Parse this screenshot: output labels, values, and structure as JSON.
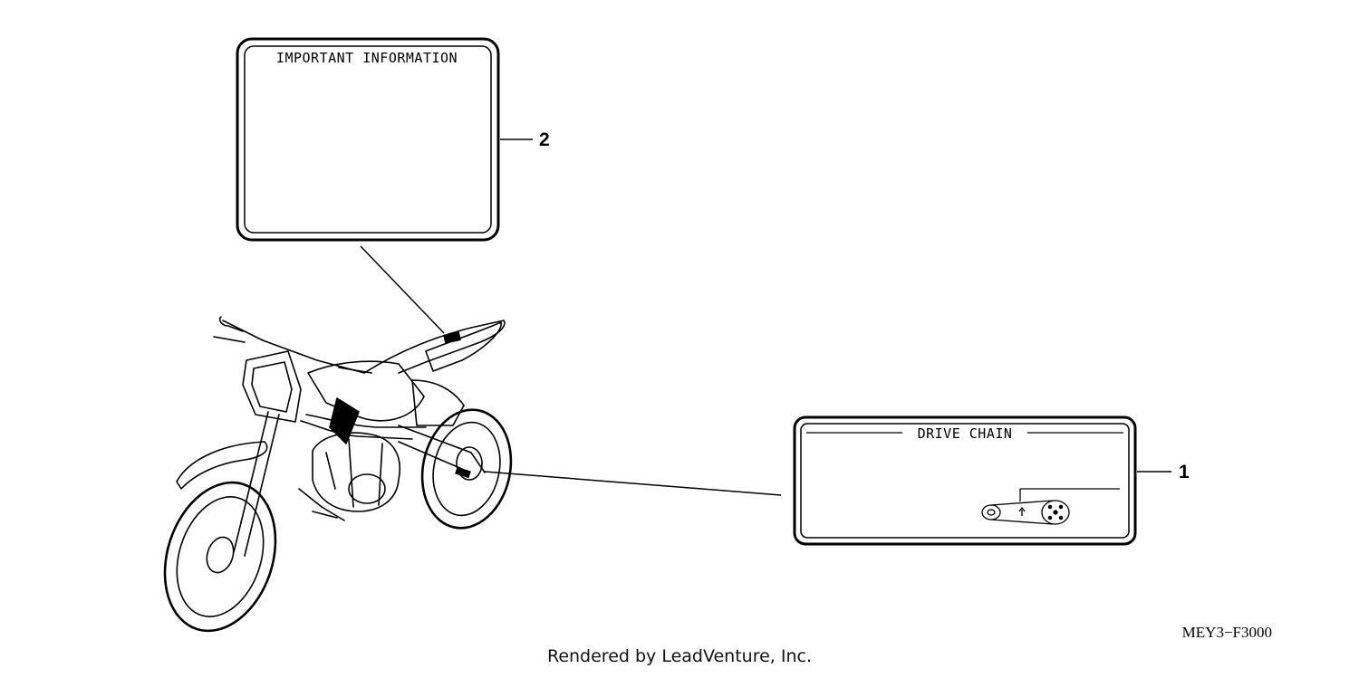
{
  "labels": {
    "important_info": {
      "title": "IMPORTANT INFORMATION",
      "callout": "2"
    },
    "drive_chain": {
      "title": "DRIVE CHAIN",
      "callout": "1"
    }
  },
  "diagram_code": "MEY3−F3000",
  "footer": "Rendered by LeadVenture, Inc."
}
